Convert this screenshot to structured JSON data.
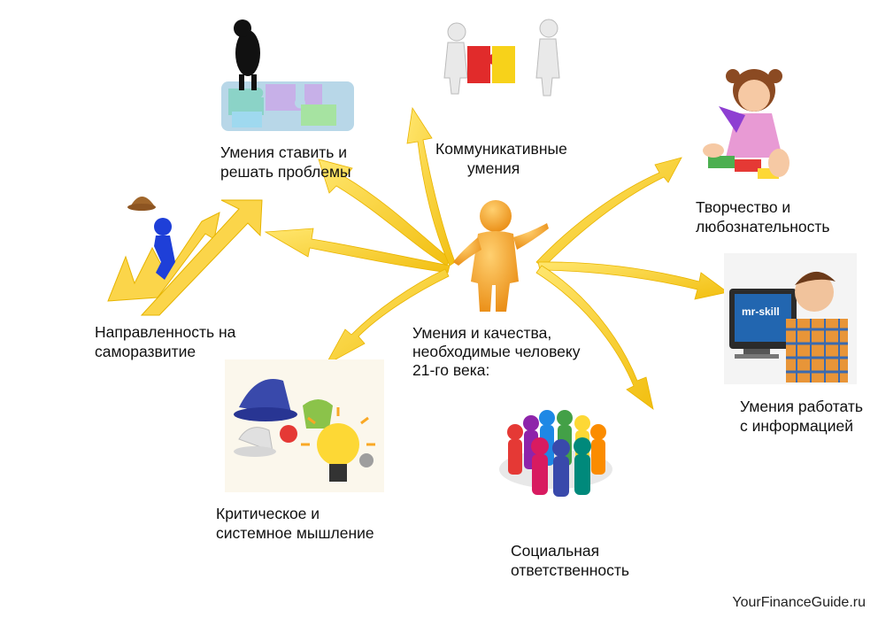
{
  "center": {
    "lines": [
      "Умения и качества,",
      "необходимые человеку",
      "21-го века:"
    ]
  },
  "skills": [
    {
      "id": "problem-solving",
      "lines": [
        "Умения ставить и",
        "решать проблемы"
      ]
    },
    {
      "id": "communication",
      "lines": [
        "Коммуникативные",
        "умения"
      ]
    },
    {
      "id": "creativity",
      "lines": [
        "Творчество и",
        "любознательность"
      ]
    },
    {
      "id": "information",
      "lines": [
        "Умения работать",
        "с информацией"
      ]
    },
    {
      "id": "social",
      "lines": [
        "Социальная",
        "ответственность"
      ]
    },
    {
      "id": "critical",
      "lines": [
        "Критическое и",
        "системное мышление"
      ]
    },
    {
      "id": "self-development",
      "lines": [
        "Направленность на",
        "саморазвитие"
      ]
    }
  ],
  "monitor_brand": "mr-skill",
  "watermark": "YourFinanceGuide.ru",
  "colors": {
    "arrow": "#f4c81c",
    "arrow_light": "#ffe36a",
    "figure": "#f5a21b"
  }
}
